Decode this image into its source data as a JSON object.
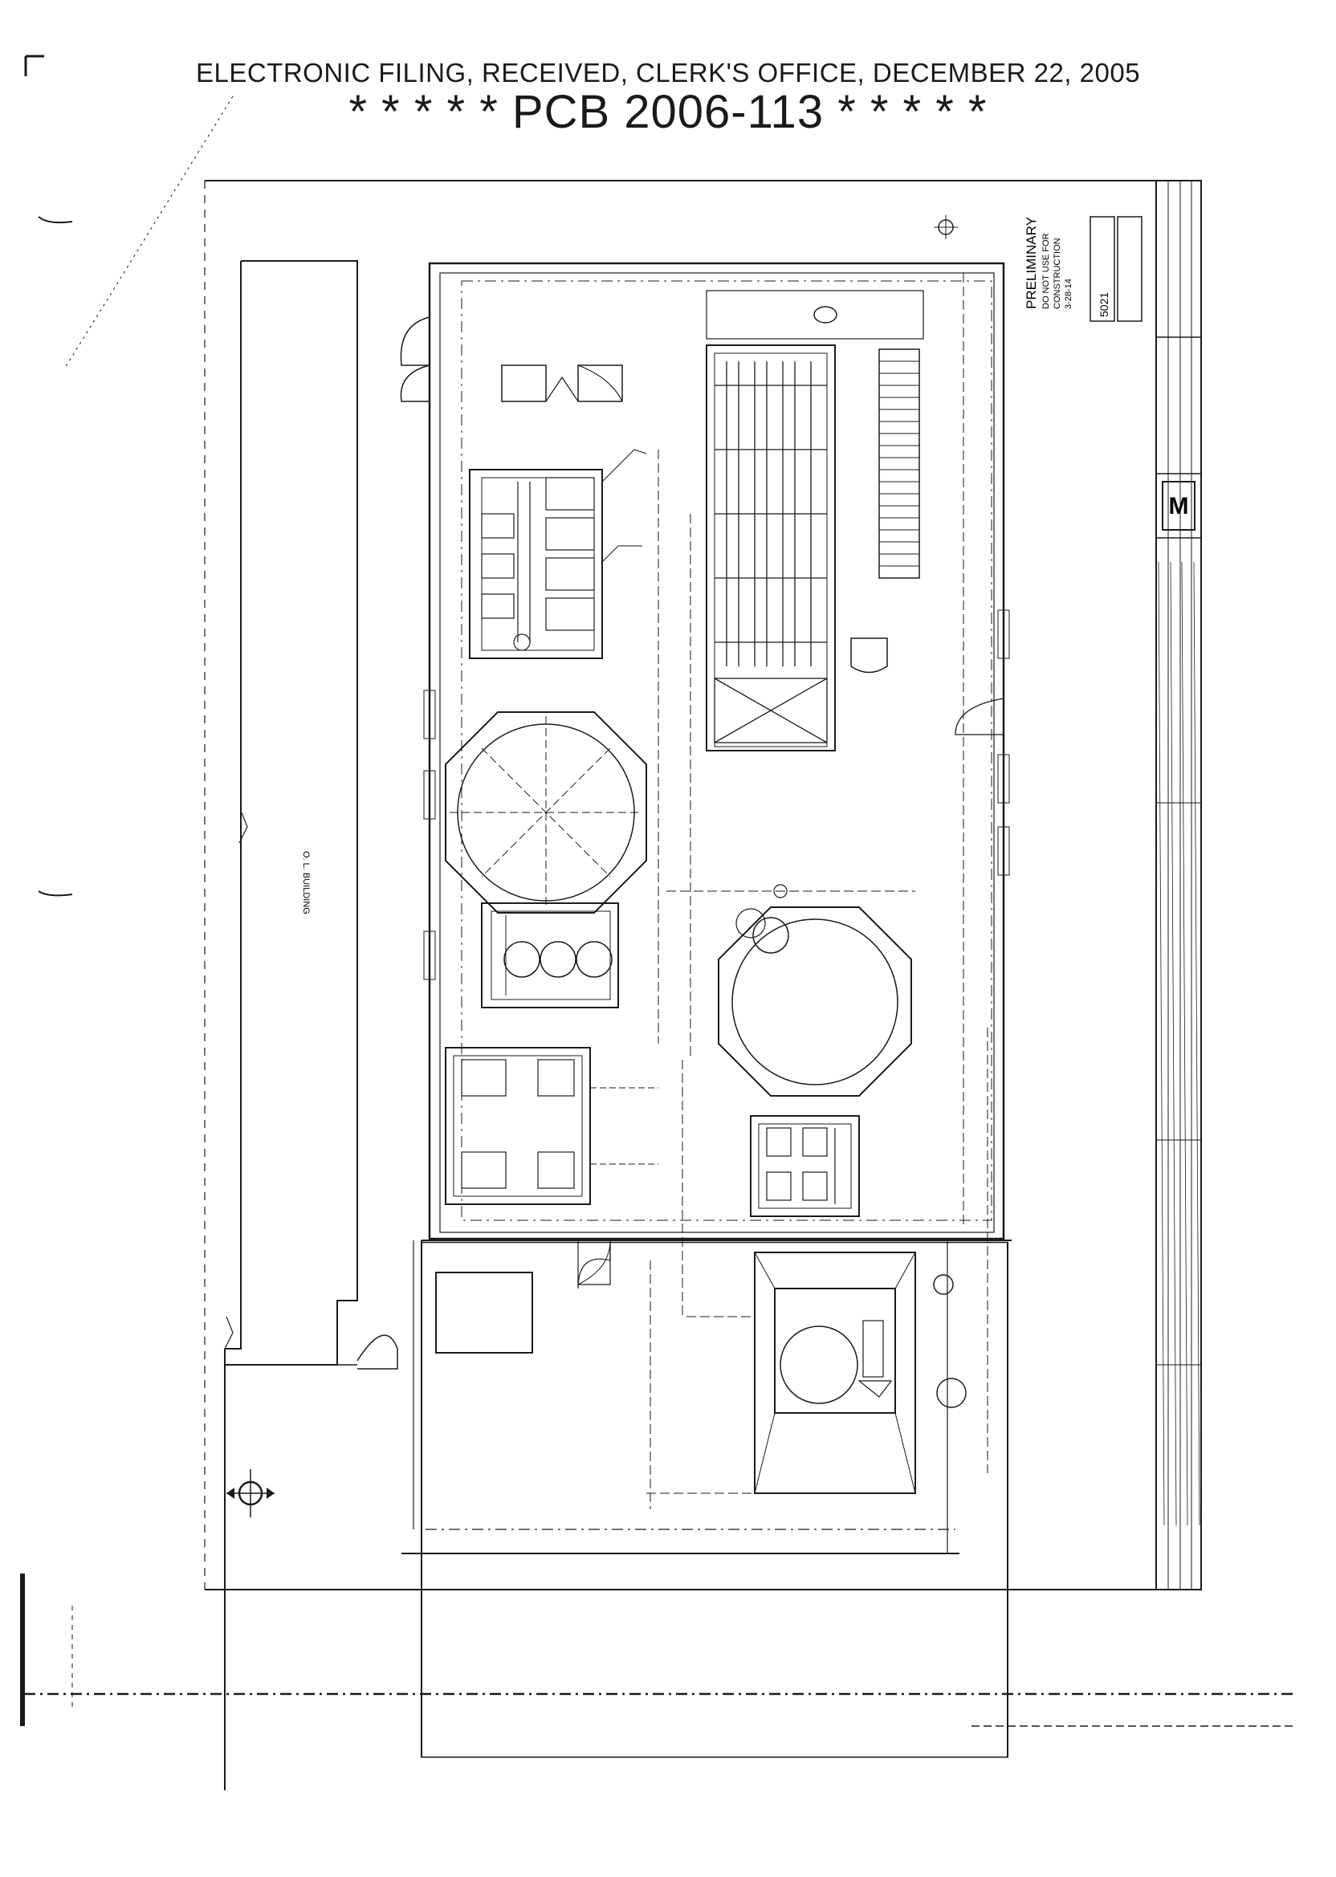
{
  "header": {
    "filing_line": "ELECTRONIC FILING, RECEIVED, CLERK'S OFFICE, DECEMBER 22, 2005",
    "case_line": "* * * * * PCB 2006-113 * * * * *"
  },
  "drawing": {
    "status_label": "PRELIMINARY",
    "status_note": "DO NOT USE FOR",
    "status_note_2": "CONSTRUCTION",
    "status_date": "3-28-14",
    "sheet_number": "5021",
    "building_label": "O. L. BUILDING"
  },
  "title_block": {
    "logo_letter": "M"
  }
}
